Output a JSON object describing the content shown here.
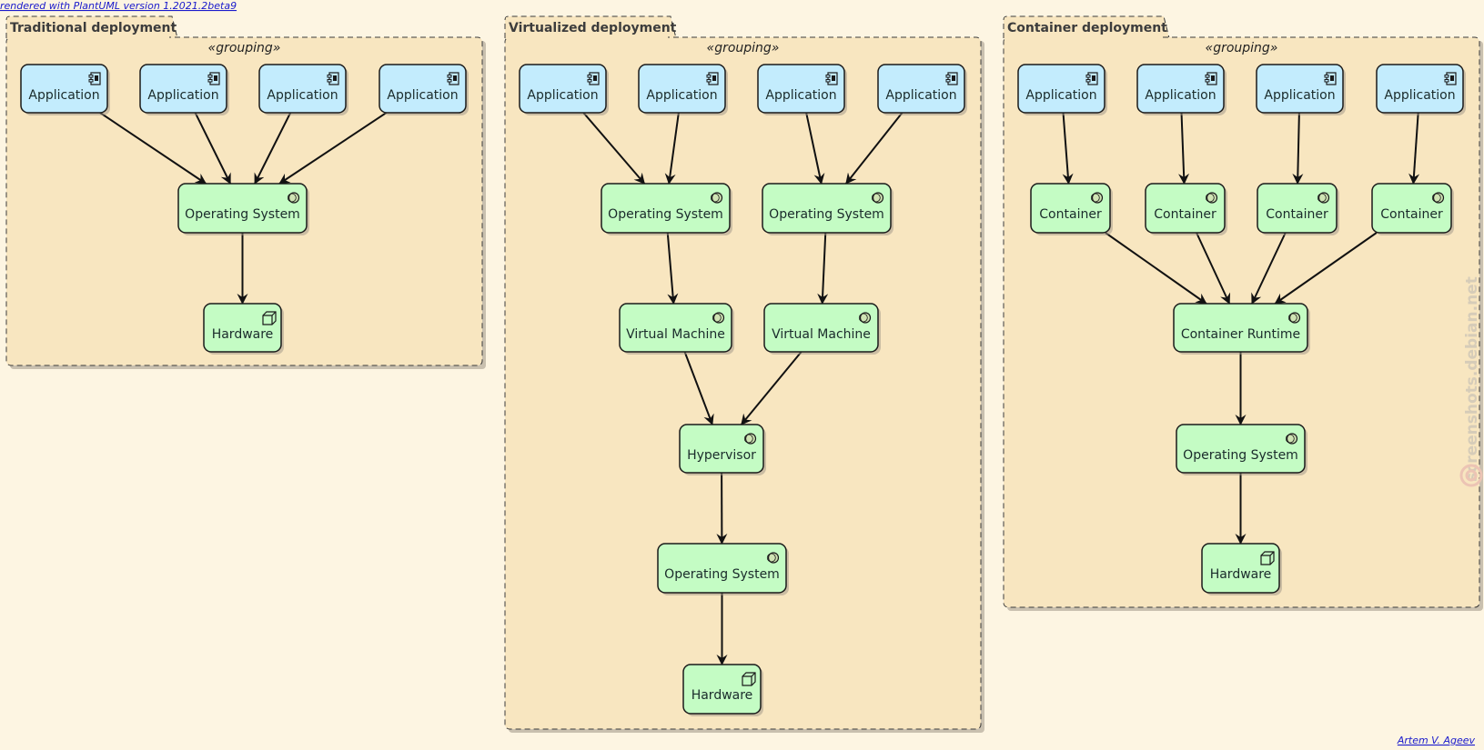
{
  "header_link": "rendered with PlantUML version 1.2021.2beta9",
  "footer_link": "Artem V. Ageev",
  "watermark": "screenshots.debian.net",
  "stereotype": "«grouping»",
  "colors": {
    "application": "#c3ecfd",
    "system": "#c4fcc4",
    "package": "#f8e6c0",
    "background": "#fdf5e2"
  },
  "packages": [
    {
      "title": "Traditional deployment",
      "nodes": [
        {
          "id": "t_app1",
          "label": "Application",
          "icon": "component-icon",
          "kind": "app"
        },
        {
          "id": "t_app2",
          "label": "Application",
          "icon": "component-icon",
          "kind": "app"
        },
        {
          "id": "t_app3",
          "label": "Application",
          "icon": "component-icon",
          "kind": "app"
        },
        {
          "id": "t_app4",
          "label": "Application",
          "icon": "component-icon",
          "kind": "app"
        },
        {
          "id": "t_os",
          "label": "Operating System",
          "icon": "interface-icon",
          "kind": "sys"
        },
        {
          "id": "t_hw",
          "label": "Hardware",
          "icon": "node-cube-icon",
          "kind": "sys"
        }
      ],
      "edges": [
        [
          "t_app1",
          "t_os"
        ],
        [
          "t_app2",
          "t_os"
        ],
        [
          "t_app3",
          "t_os"
        ],
        [
          "t_app4",
          "t_os"
        ],
        [
          "t_os",
          "t_hw"
        ]
      ]
    },
    {
      "title": "Virtualized deployment",
      "nodes": [
        {
          "id": "v_app1",
          "label": "Application",
          "icon": "component-icon",
          "kind": "app"
        },
        {
          "id": "v_app2",
          "label": "Application",
          "icon": "component-icon",
          "kind": "app"
        },
        {
          "id": "v_app3",
          "label": "Application",
          "icon": "component-icon",
          "kind": "app"
        },
        {
          "id": "v_app4",
          "label": "Application",
          "icon": "component-icon",
          "kind": "app"
        },
        {
          "id": "v_os1",
          "label": "Operating System",
          "icon": "interface-icon",
          "kind": "sys"
        },
        {
          "id": "v_os2",
          "label": "Operating System",
          "icon": "interface-icon",
          "kind": "sys"
        },
        {
          "id": "v_vm1",
          "label": "Virtual Machine",
          "icon": "interface-icon",
          "kind": "sys"
        },
        {
          "id": "v_vm2",
          "label": "Virtual Machine",
          "icon": "interface-icon",
          "kind": "sys"
        },
        {
          "id": "v_hyp",
          "label": "Hypervisor",
          "icon": "interface-icon",
          "kind": "sys"
        },
        {
          "id": "v_hos",
          "label": "Operating System",
          "icon": "interface-icon",
          "kind": "sys"
        },
        {
          "id": "v_hw",
          "label": "Hardware",
          "icon": "node-cube-icon",
          "kind": "sys"
        }
      ],
      "edges": [
        [
          "v_app1",
          "v_os1"
        ],
        [
          "v_app2",
          "v_os1"
        ],
        [
          "v_app3",
          "v_os2"
        ],
        [
          "v_app4",
          "v_os2"
        ],
        [
          "v_os1",
          "v_vm1"
        ],
        [
          "v_os2",
          "v_vm2"
        ],
        [
          "v_vm1",
          "v_hyp"
        ],
        [
          "v_vm2",
          "v_hyp"
        ],
        [
          "v_hyp",
          "v_hos"
        ],
        [
          "v_hos",
          "v_hw"
        ]
      ]
    },
    {
      "title": "Container deployment",
      "nodes": [
        {
          "id": "c_app1",
          "label": "Application",
          "icon": "component-icon",
          "kind": "app"
        },
        {
          "id": "c_app2",
          "label": "Application",
          "icon": "component-icon",
          "kind": "app"
        },
        {
          "id": "c_app3",
          "label": "Application",
          "icon": "component-icon",
          "kind": "app"
        },
        {
          "id": "c_app4",
          "label": "Application",
          "icon": "component-icon",
          "kind": "app"
        },
        {
          "id": "c_ct1",
          "label": "Container",
          "icon": "interface-icon",
          "kind": "sys"
        },
        {
          "id": "c_ct2",
          "label": "Container",
          "icon": "interface-icon",
          "kind": "sys"
        },
        {
          "id": "c_ct3",
          "label": "Container",
          "icon": "interface-icon",
          "kind": "sys"
        },
        {
          "id": "c_ct4",
          "label": "Container",
          "icon": "interface-icon",
          "kind": "sys"
        },
        {
          "id": "c_rt",
          "label": "Container Runtime",
          "icon": "interface-icon",
          "kind": "sys"
        },
        {
          "id": "c_os",
          "label": "Operating System",
          "icon": "interface-icon",
          "kind": "sys"
        },
        {
          "id": "c_hw",
          "label": "Hardware",
          "icon": "node-cube-icon",
          "kind": "sys"
        }
      ],
      "edges": [
        [
          "c_app1",
          "c_ct1"
        ],
        [
          "c_app2",
          "c_ct2"
        ],
        [
          "c_app3",
          "c_ct3"
        ],
        [
          "c_app4",
          "c_ct4"
        ],
        [
          "c_ct1",
          "c_rt"
        ],
        [
          "c_ct2",
          "c_rt"
        ],
        [
          "c_ct3",
          "c_rt"
        ],
        [
          "c_ct4",
          "c_rt"
        ],
        [
          "c_rt",
          "c_os"
        ],
        [
          "c_os",
          "c_hw"
        ]
      ]
    }
  ]
}
